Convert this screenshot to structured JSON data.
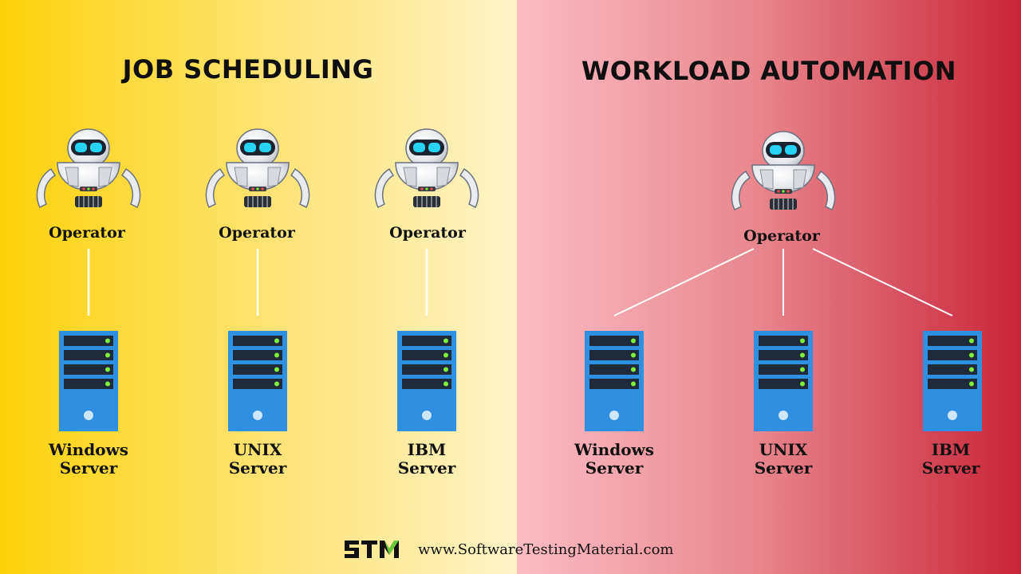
{
  "left": {
    "title": "JOB SCHEDULING",
    "operators": [
      {
        "label": "Operator"
      },
      {
        "label": "Operator"
      },
      {
        "label": "Operator"
      }
    ],
    "servers": [
      {
        "line1": "Windows",
        "line2": "Server"
      },
      {
        "line1": "UNIX",
        "line2": "Server"
      },
      {
        "line1": "IBM",
        "line2": "Server"
      }
    ]
  },
  "right": {
    "title": "WORKLOAD AUTOMATION",
    "operator": {
      "label": "Operator"
    },
    "servers": [
      {
        "line1": "Windows",
        "line2": "Server"
      },
      {
        "line1": "UNIX",
        "line2": "Server"
      },
      {
        "line1": "IBM",
        "line2": "Server"
      }
    ]
  },
  "footer": {
    "logo_text": "STM",
    "website": "www.SoftwareTestingMaterial.com"
  },
  "colors": {
    "left_bg_start": "#fdd20b",
    "left_bg_end": "#fdf3c8",
    "right_bg_start": "#fbbcc4",
    "right_bg_end": "#c9263a",
    "server_blue": "#2f8fe0",
    "server_led": "#7cf03a",
    "robot_eye": "#27d3f2",
    "connector": "#ffffff"
  },
  "icons": {
    "operator": "robot-icon",
    "server": "server-tower-icon",
    "logo": "stm-logo-icon"
  }
}
